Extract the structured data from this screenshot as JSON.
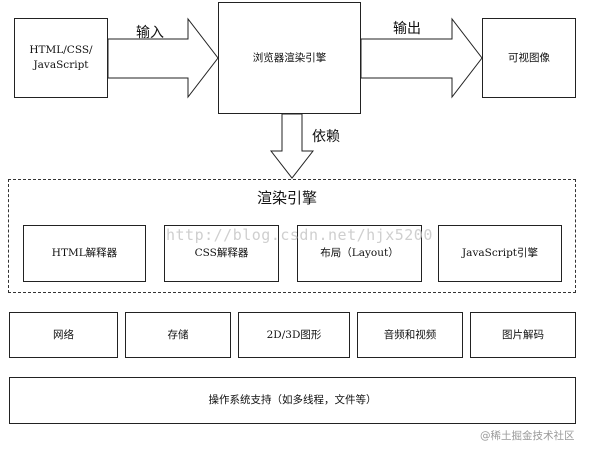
{
  "top_flow": {
    "input_box": "HTML/CSS/\nJavaScript",
    "arrow_in_label": "输入",
    "engine_box": "浏览器渲染引擎",
    "arrow_out_label": "输出",
    "output_box": "可视图像",
    "arrow_down_label": "依赖"
  },
  "render_engine": {
    "title": "渲染引擎",
    "modules": [
      "HTML解释器",
      "CSS解释器",
      "布局（Layout）",
      "JavaScript引擎"
    ]
  },
  "support_layer": [
    "网络",
    "存储",
    "2D/3D图形",
    "音频和视频",
    "图片解码"
  ],
  "os_layer": "操作系统支持（如多线程，文件等）",
  "watermark": "http://blog.csdn.net/hjx5200",
  "corner_mark": "@稀土掘金技术社区"
}
